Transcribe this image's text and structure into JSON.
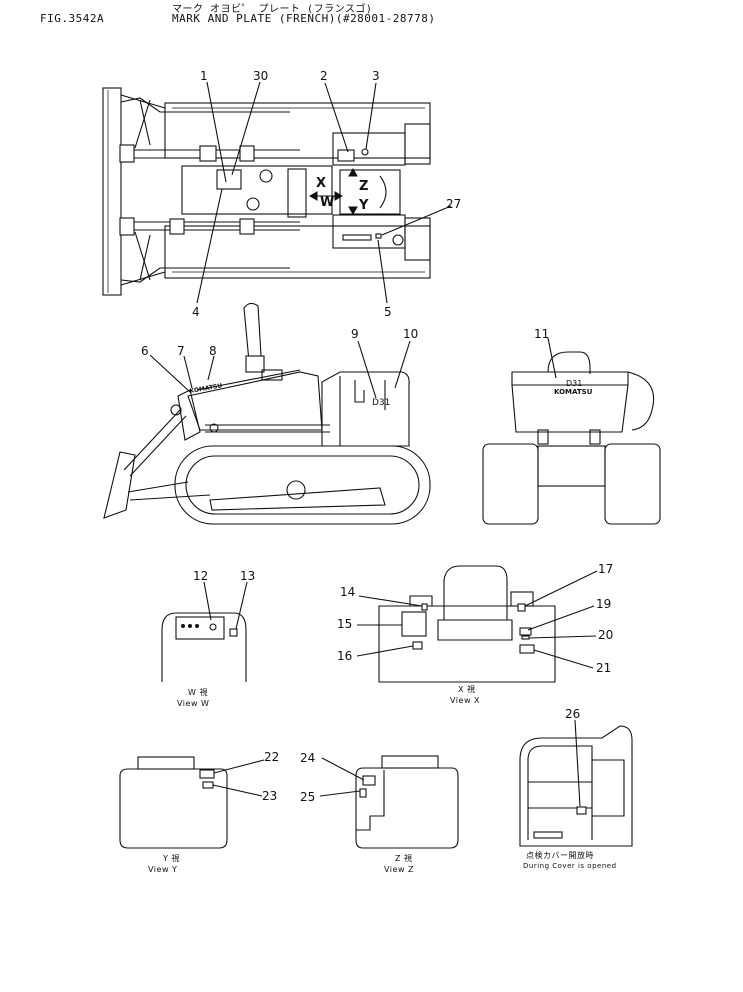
{
  "header": {
    "fig_id": "FIG.3542A",
    "jp_title": "マーク オヨビ゜ プレート (フランスゴ)",
    "title": "MARK AND PLATE (FRENCH)(#28001-28778)"
  },
  "callouts": [
    "1",
    "30",
    "2",
    "3",
    "27",
    "4",
    "5",
    "6",
    "7",
    "8",
    "9",
    "10",
    "11",
    "12",
    "13",
    "14",
    "15",
    "16",
    "17",
    "19",
    "20",
    "21",
    "22",
    "23",
    "24",
    "25",
    "26"
  ],
  "direction_letters": {
    "x": "X",
    "w": "W",
    "z": "Z",
    "y": "Y"
  },
  "plates": {
    "model_a": "D31",
    "model_b": "D31",
    "brand": "KOMATSU"
  },
  "views": {
    "w": {
      "jp": "W 視",
      "en": "View  W"
    },
    "x": {
      "jp": "X 視",
      "en": "View  X"
    },
    "y": {
      "jp": "Y 視",
      "en": "View  Y"
    },
    "z": {
      "jp": "Z 視",
      "en": "View  Z"
    },
    "cover": {
      "jp": "点検カバー開放時",
      "en": "During Cover is opened"
    }
  }
}
